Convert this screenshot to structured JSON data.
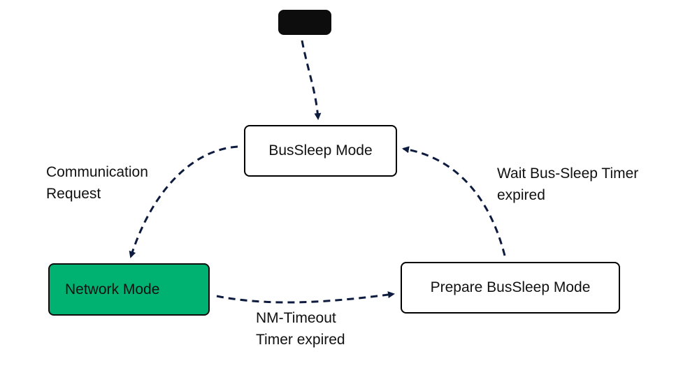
{
  "diagram": {
    "states": {
      "bus_sleep": "BusSleep Mode",
      "network": "Network Mode",
      "prepare_bus_sleep": "Prepare BusSleep Mode"
    },
    "transitions": {
      "communication_request": [
        "Communication",
        "Request"
      ],
      "wait_bus_sleep": [
        "Wait Bus-Sleep Timer",
        "expired"
      ],
      "nm_timeout": [
        "NM-Timeout",
        "Timer expired"
      ]
    },
    "colors": {
      "network_fill": "#00b271",
      "arrow": "#0d1b3e",
      "border": "#000000"
    }
  }
}
